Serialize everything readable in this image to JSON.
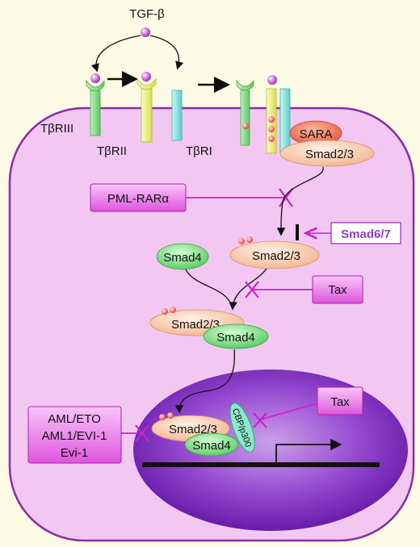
{
  "colors": {
    "background": "#fdfbe6",
    "cell": "#f2c8f2",
    "cell_border": "#8a2ca8",
    "nucleus": "#7a26b8",
    "magenta": "#cc22cc",
    "smad_orange": "#f8c8a8",
    "smad_green": "#6fd87a",
    "sara": "#ee6a4a",
    "ligand": "#d26ad8",
    "receptor3": "#7cd67c",
    "receptor2": "#e8ee70",
    "receptor1": "#70dcd8",
    "dna": "#111111"
  },
  "labels": {
    "tgfb": "TGF-β",
    "tbriii": "TβRIII",
    "tbrii": "TβRII",
    "tbri": "TβRI",
    "sara": "SARA",
    "smad23": "Smad2/3",
    "smad4": "Smad4",
    "pml": "PML-RARα",
    "smad67": "Smad6/7",
    "tax": "Tax",
    "aml_line1": "AML/ETO",
    "aml_line2": "AML1/EVI-1",
    "aml_line3": "Evi-1",
    "cbp": "CBP/p300"
  }
}
